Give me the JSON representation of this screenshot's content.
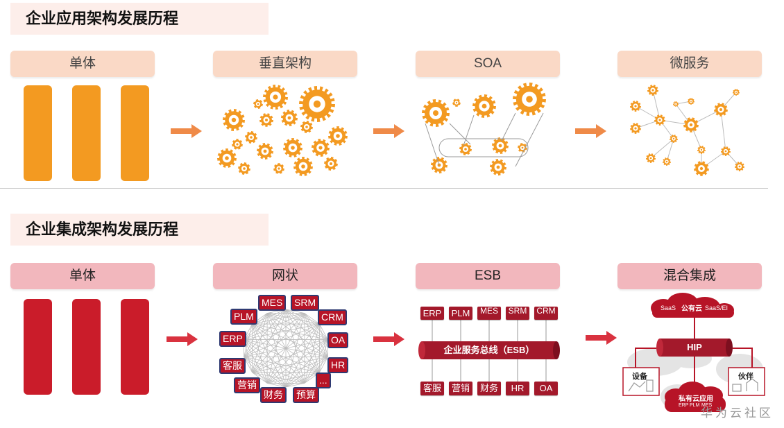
{
  "section1": {
    "title": "企业应用架构发展历程",
    "stages": [
      "单体",
      "垂直架构",
      "SOA",
      "微服务"
    ]
  },
  "section2": {
    "title": "企业集成架构发展历程",
    "stages": [
      "单体",
      "网状",
      "ESB",
      "混合集成"
    ],
    "mesh_nodes": [
      "MES",
      "SRM",
      "CRM",
      "PLM",
      "ERP",
      "OA",
      "HR",
      "客服",
      "...",
      "营销",
      "财务",
      "预算"
    ],
    "esb": {
      "label": "企业服务总线（ESB）",
      "top_systems": [
        "ERP",
        "PLM",
        "MES",
        "SRM",
        "CRM"
      ],
      "bottom_systems": [
        "客服",
        "营销",
        "财务",
        "HR",
        "OA"
      ]
    },
    "hybrid": {
      "public_cloud": "公有云",
      "saas_left": "SaaS",
      "saas_right": "SaaS/EI",
      "hip": "HIP",
      "device": "设备",
      "partner": "伙伴",
      "private_cloud": "私有云应用",
      "private_sub": [
        "ERP",
        "PLM",
        "MES"
      ]
    }
  },
  "watermark": "华为云社区",
  "colors": {
    "orange": "#f39a21",
    "red": "#ca1c2a",
    "dark_red": "#a3192b",
    "header_top": "#fad9c6",
    "header_bottom": "#f2b7bd",
    "arrow_orange": "#ef8a48",
    "arrow_red": "#d9323f"
  }
}
